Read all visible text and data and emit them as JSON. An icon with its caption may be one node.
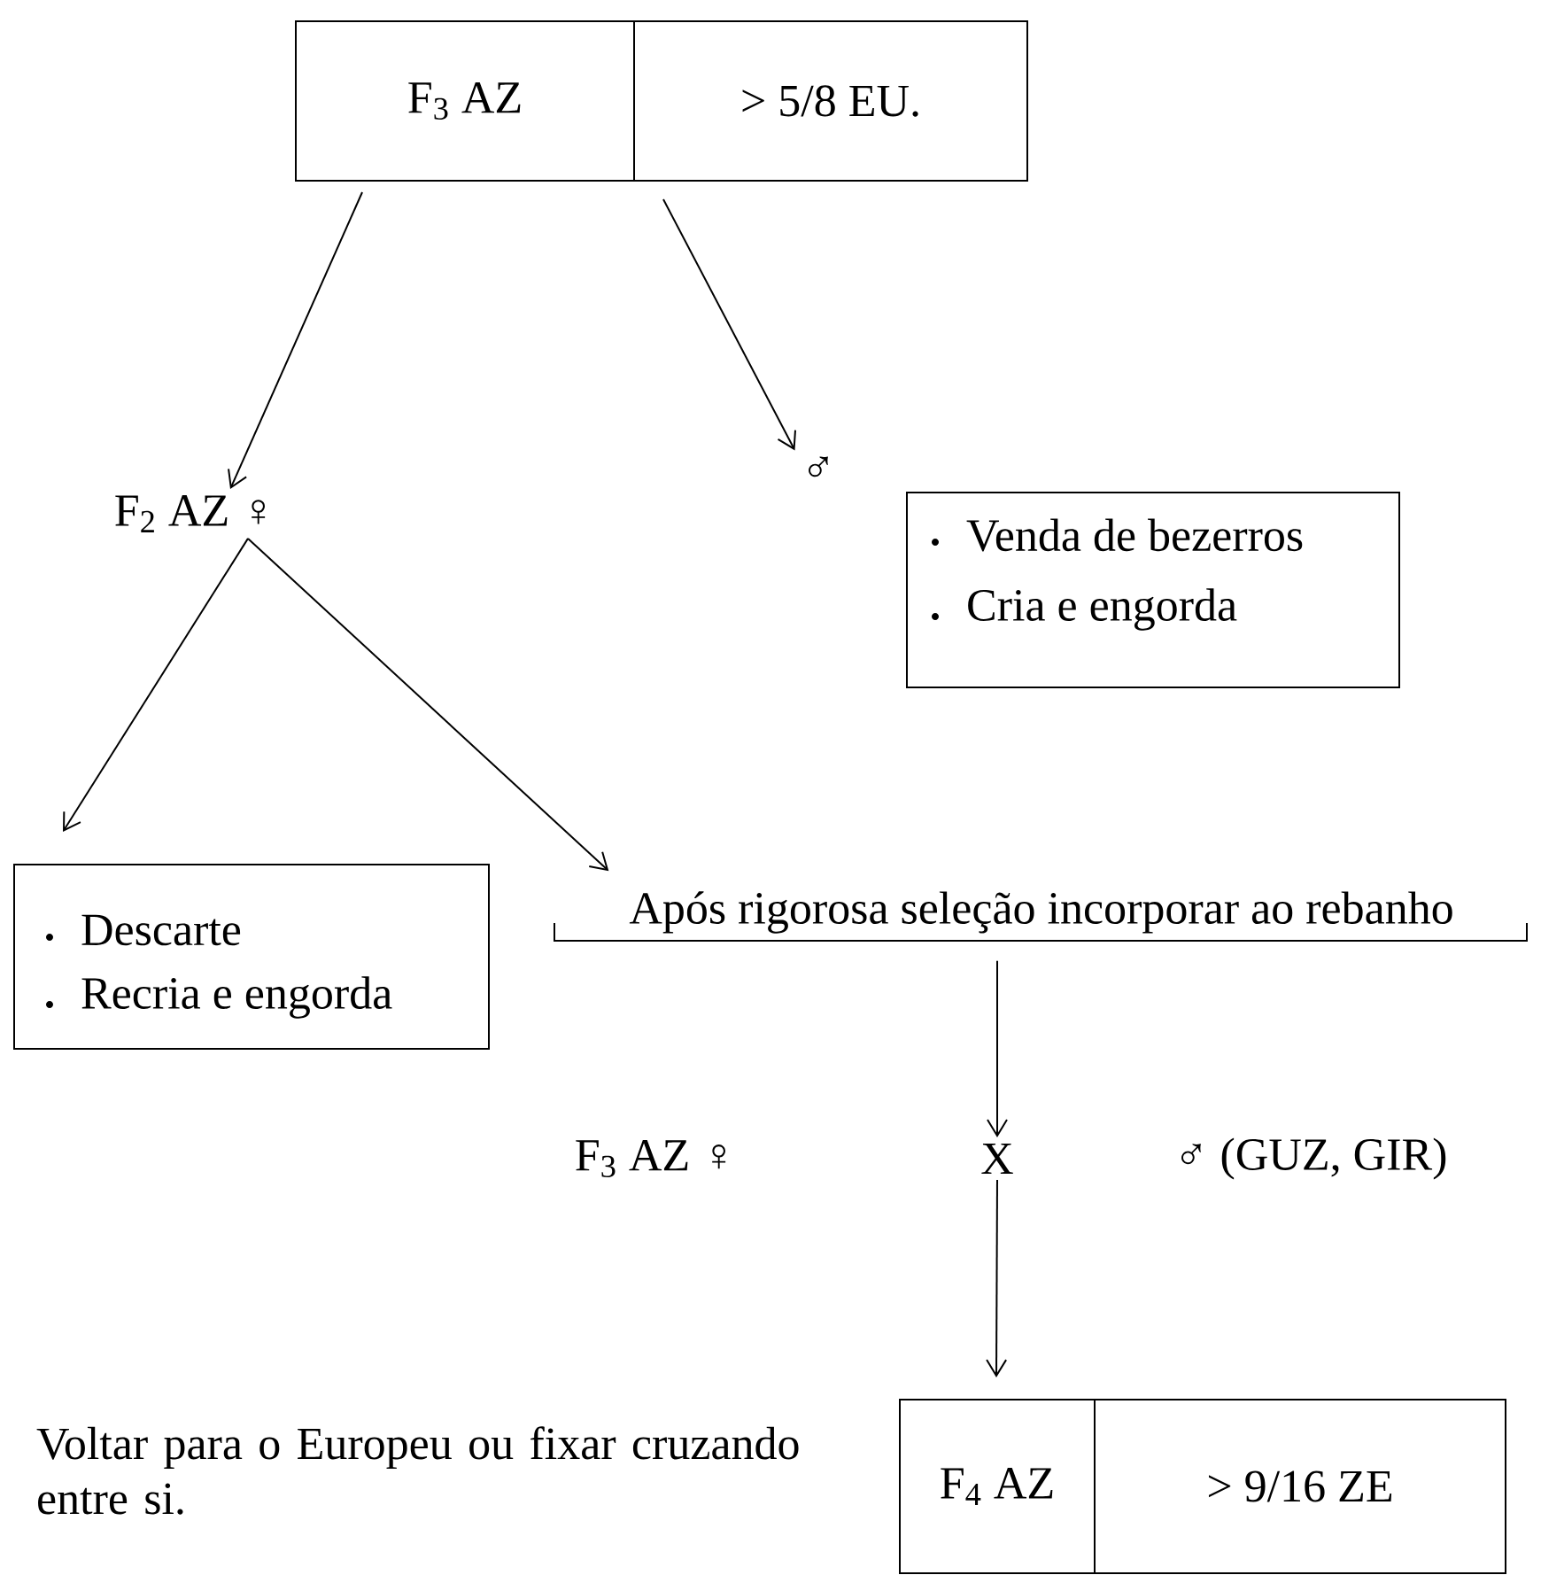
{
  "diagram": {
    "nodes": [
      {
        "text": [
          "F$_{3}$ AZ",
          "> 5/8 EU."
        ]
      },
      {
        "text": [
          "F$_{2}$ AZ ♀"
        ]
      },
      {
        "text": [
          "♂"
        ]
      },
      {
        "text": [
          "Venda de bezerros",
          "Cria e engorda"
        ]
      },
      {
        "text": [
          "Descarte",
          "Recria e engorda"
        ]
      },
      {
        "text": [
          "Após rigorosa seleção incorporar ao rebanho"
        ]
      },
      {
        "text": [
          "X"
        ]
      },
      {
        "text": [
          "F$_{4}$ AZ",
          "> 9/16 ZE"
        ]
      }
    ],
    "edges": [
      {
        "from": 0,
        "to": 1,
        "arrow": "to"
      },
      {
        "from": 0,
        "to": 2,
        "arrow": "to"
      },
      {
        "from": 1,
        "to": 4,
        "arrow": "to"
      },
      {
        "from": 1,
        "to": 5,
        "arrow": "to"
      },
      {
        "from": 5,
        "to": 6,
        "arrow": "to"
      },
      {
        "from": 6,
        "to": 7,
        "arrow": "to"
      }
    ],
    "labels": [
      "F$_{3}$ AZ ♀",
      "♂ (GUZ, GIR)",
      "Voltar para o Europeu ou fixar cruzando entre si."
    ]
  }
}
